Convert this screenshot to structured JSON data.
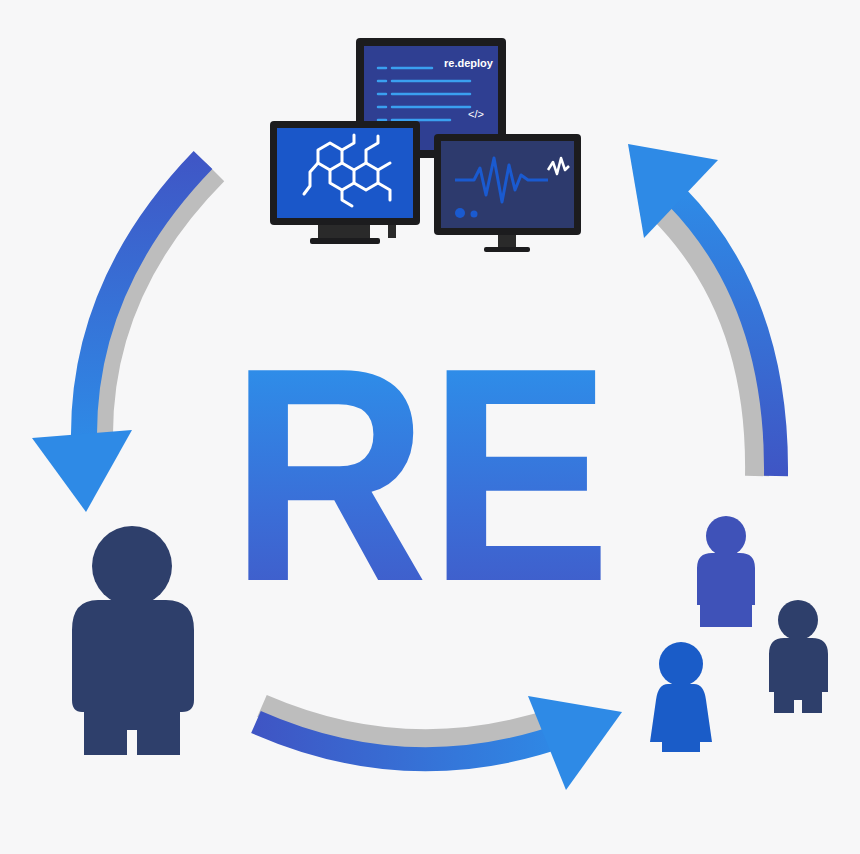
{
  "diagram": {
    "nodes": [
      {
        "text": [
          "re.deploy",
          "</>"
        ]
      }
    ],
    "labels": [
      "RE"
    ]
  }
}
